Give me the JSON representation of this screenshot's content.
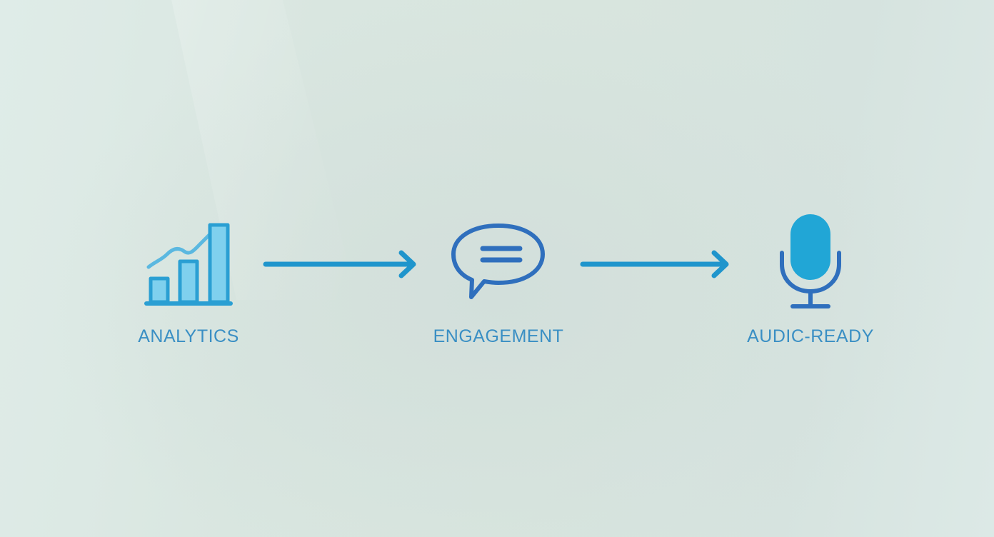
{
  "diagram": {
    "type": "flow",
    "direction": "left-to-right",
    "steps": [
      {
        "id": "analytics",
        "label": "ANALYTICS",
        "icon": "bar-chart-trend-icon"
      },
      {
        "id": "engagement",
        "label": "ENGAGEMENT",
        "icon": "chat-bubble-icon"
      },
      {
        "id": "audio",
        "label": "AUDIC-READY",
        "icon": "microphone-icon"
      }
    ],
    "connectors": [
      {
        "from": "analytics",
        "to": "engagement",
        "icon": "arrow-right-icon"
      },
      {
        "from": "engagement",
        "to": "audio",
        "icon": "arrow-right-icon"
      }
    ]
  },
  "colors": {
    "label_text": "#3a8fc4",
    "arrow": "#1f95cc",
    "chart_stroke": "#2a9fd3",
    "chart_fill": "#7fd0ee",
    "chart_trend": "#5bb8e0",
    "bubble_stroke": "#2f6fbd",
    "mic_body": "#21a6d6",
    "mic_stand": "#2f6fbd",
    "background": "#d9e6e1"
  }
}
